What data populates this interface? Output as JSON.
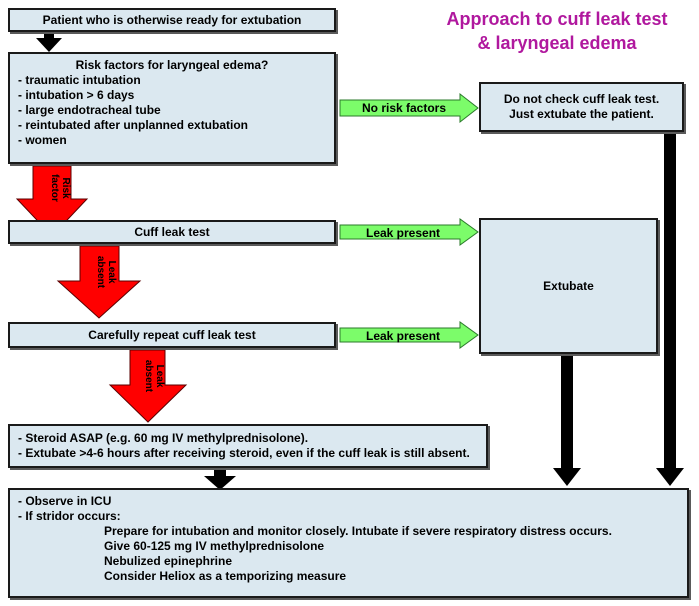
{
  "title": {
    "line1": "Approach to cuff leak test",
    "line2": "& laryngeal edema"
  },
  "boxes": {
    "start": "Patient who is otherwise ready for extubation",
    "risk": {
      "heading": "Risk factors for laryngeal edema?",
      "items": [
        "- traumatic intubation",
        "- intubation > 6 days",
        "- large endotracheal tube",
        "- reintubated after unplanned extubation",
        "- women"
      ]
    },
    "no_check": {
      "line1": "Do not check cuff leak test.",
      "line2": "Just extubate the patient."
    },
    "cuff_leak": "Cuff leak test",
    "extubate": "Extubate",
    "repeat": "Carefully repeat cuff leak test",
    "steroid": {
      "line1": "- Steroid ASAP (e.g. 60 mg IV methylprednisolone).",
      "line2": "- Extubate >4-6 hours after receiving steroid, even if  the cuff leak is still absent."
    },
    "observe": {
      "line1": "- Observe in ICU",
      "line2": "- If stridor occurs:",
      "sub": [
        "Prepare for intubation and monitor closely.  Intubate if severe respiratory distress occurs.",
        "Give 60-125 mg IV methylprednisolone",
        "Nebulized epinephrine",
        "Consider Heliox as a temporizing measure"
      ]
    }
  },
  "arrows": {
    "no_risk": "No risk factors",
    "risk_factor": {
      "line1": "Risk",
      "line2": "factor"
    },
    "leak_absent": {
      "line1": "Leak",
      "line2": "absent"
    },
    "leak_present": "Leak present"
  },
  "colors": {
    "box_fill": "#dbe8f0",
    "red_arrow": "#ff0000",
    "green_arrow": "#7cfc6a",
    "title": "#b0189e"
  }
}
